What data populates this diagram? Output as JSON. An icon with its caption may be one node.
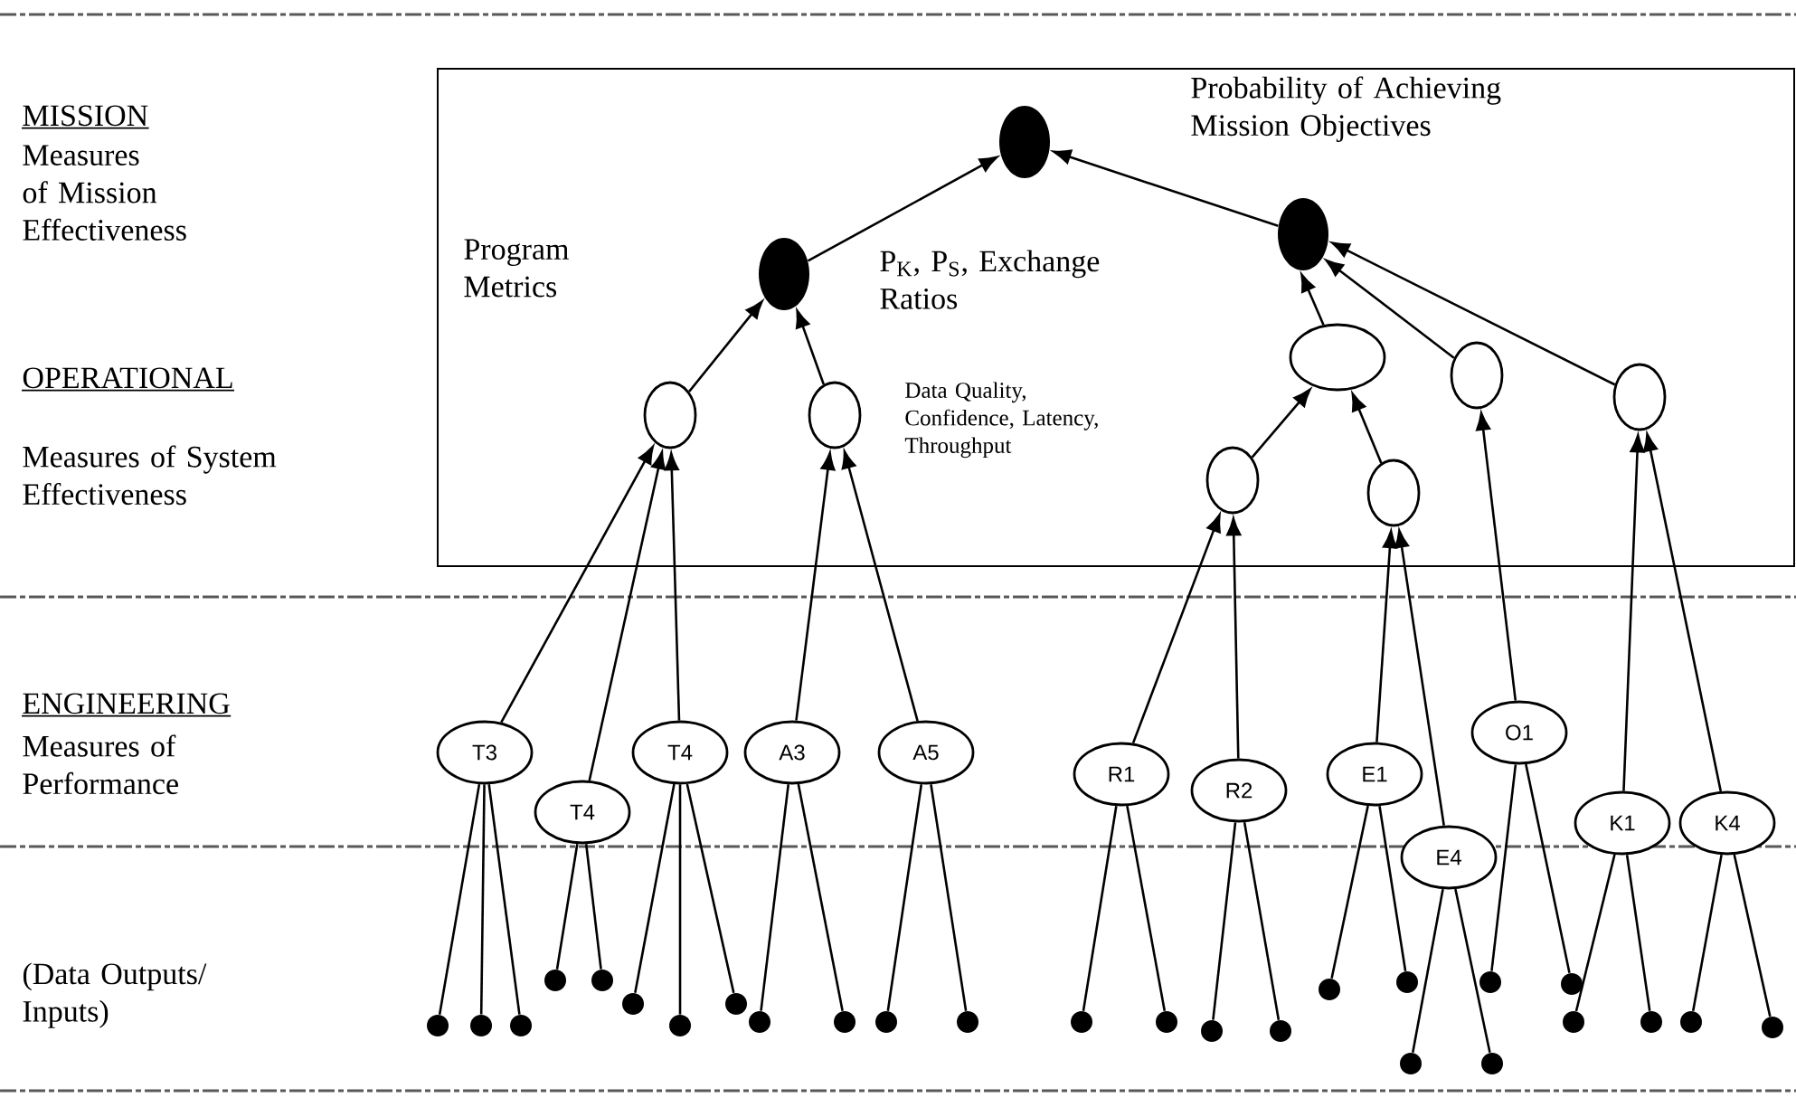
{
  "diagram": {
    "nodes": [
      {
        "text": [],
        "shape": "box"
      },
      {
        "text": [],
        "shape": "dot",
        "in": 0
      },
      {
        "text": [],
        "shape": "dot",
        "in": 0
      },
      {
        "text": [],
        "shape": "dot",
        "in": 0
      },
      {
        "text": [],
        "shape": "ellipse",
        "in": 0
      },
      {
        "text": [],
        "shape": "ellipse",
        "in": 0
      },
      {
        "text": [],
        "shape": "ellipse",
        "in": 0
      },
      {
        "text": [],
        "shape": "ellipse",
        "in": 0
      },
      {
        "text": [],
        "shape": "ellipse",
        "in": 0
      },
      {
        "text": [],
        "shape": "ellipse",
        "in": 0
      },
      {
        "text": [],
        "shape": "ellipse",
        "in": 0
      },
      {
        "text": [
          "T3"
        ]
      },
      {
        "text": [
          "T4"
        ]
      },
      {
        "text": [
          "T4"
        ]
      },
      {
        "text": [
          "A3"
        ]
      },
      {
        "text": [
          "A5"
        ]
      },
      {
        "text": [
          "R1"
        ]
      },
      {
        "text": [
          "R2"
        ]
      },
      {
        "text": [
          "E1"
        ]
      },
      {
        "text": [
          "E4"
        ]
      },
      {
        "text": [
          "O1"
        ]
      },
      {
        "text": [
          "K1"
        ]
      },
      {
        "text": [
          "K4"
        ]
      },
      {
        "text": [],
        "shape": "dot"
      },
      {
        "text": [],
        "shape": "dot"
      },
      {
        "text": [],
        "shape": "dot"
      },
      {
        "text": [],
        "shape": "dot"
      },
      {
        "text": [],
        "shape": "dot"
      },
      {
        "text": [],
        "shape": "dot"
      },
      {
        "text": [],
        "shape": "dot"
      },
      {
        "text": [],
        "shape": "dot"
      },
      {
        "text": [],
        "shape": "dot"
      },
      {
        "text": [],
        "shape": "dot"
      },
      {
        "text": [],
        "shape": "dot"
      },
      {
        "text": [],
        "shape": "dot"
      },
      {
        "text": [],
        "shape": "dot"
      },
      {
        "text": [],
        "shape": "dot"
      },
      {
        "text": [],
        "shape": "dot"
      },
      {
        "text": [],
        "shape": "dot"
      },
      {
        "text": [],
        "shape": "dot"
      },
      {
        "text": [],
        "shape": "dot"
      },
      {
        "text": [],
        "shape": "dot"
      },
      {
        "text": [],
        "shape": "dot"
      },
      {
        "text": [],
        "shape": "dot"
      },
      {
        "text": [],
        "shape": "dot"
      },
      {
        "text": [],
        "shape": "dot"
      },
      {
        "text": [],
        "shape": "dot"
      },
      {
        "text": [],
        "shape": "dot"
      },
      {
        "text": [],
        "shape": "dot"
      }
    ],
    "edges": [
      {
        "from": 2,
        "to": 1,
        "arrow": "to"
      },
      {
        "from": 3,
        "to": 1,
        "arrow": "to"
      },
      {
        "from": 4,
        "to": 2,
        "arrow": "to"
      },
      {
        "from": 5,
        "to": 2,
        "arrow": "to"
      },
      {
        "from": 6,
        "to": 3,
        "arrow": "to"
      },
      {
        "from": 7,
        "to": 3,
        "arrow": "to"
      },
      {
        "from": 8,
        "to": 3,
        "arrow": "to"
      },
      {
        "from": 9,
        "to": 6,
        "arrow": "to"
      },
      {
        "from": 10,
        "to": 6,
        "arrow": "to"
      },
      {
        "from": 11,
        "to": 4,
        "arrow": "to"
      },
      {
        "from": 12,
        "to": 4,
        "arrow": "to"
      },
      {
        "from": 13,
        "to": 4,
        "arrow": "to"
      },
      {
        "from": 14,
        "to": 5,
        "arrow": "to"
      },
      {
        "from": 15,
        "to": 5,
        "arrow": "to"
      },
      {
        "from": 16,
        "to": 9,
        "arrow": "to"
      },
      {
        "from": 17,
        "to": 9,
        "arrow": "to"
      },
      {
        "from": 18,
        "to": 10,
        "arrow": "to"
      },
      {
        "from": 19,
        "to": 10,
        "arrow": "to"
      },
      {
        "from": 20,
        "to": 7,
        "arrow": "to"
      },
      {
        "from": 21,
        "to": 8,
        "arrow": "to"
      },
      {
        "from": 22,
        "to": 8,
        "arrow": "to"
      },
      {
        "from": 11,
        "to": 23,
        "arrow": "none"
      },
      {
        "from": 11,
        "to": 24,
        "arrow": "none"
      },
      {
        "from": 11,
        "to": 25,
        "arrow": "none"
      },
      {
        "from": 12,
        "to": 26,
        "arrow": "none"
      },
      {
        "from": 12,
        "to": 27,
        "arrow": "none"
      },
      {
        "from": 13,
        "to": 28,
        "arrow": "none"
      },
      {
        "from": 13,
        "to": 29,
        "arrow": "none"
      },
      {
        "from": 13,
        "to": 30,
        "arrow": "none"
      },
      {
        "from": 14,
        "to": 31,
        "arrow": "none"
      },
      {
        "from": 14,
        "to": 32,
        "arrow": "none"
      },
      {
        "from": 15,
        "to": 33,
        "arrow": "none"
      },
      {
        "from": 15,
        "to": 34,
        "arrow": "none"
      },
      {
        "from": 16,
        "to": 35,
        "arrow": "none"
      },
      {
        "from": 16,
        "to": 36,
        "arrow": "none"
      },
      {
        "from": 17,
        "to": 37,
        "arrow": "none"
      },
      {
        "from": 17,
        "to": 38,
        "arrow": "none"
      },
      {
        "from": 18,
        "to": 39,
        "arrow": "none"
      },
      {
        "from": 18,
        "to": 40,
        "arrow": "none"
      },
      {
        "from": 19,
        "to": 41,
        "arrow": "none"
      },
      {
        "from": 20,
        "to": 42,
        "arrow": "none"
      },
      {
        "from": 19,
        "to": 43,
        "arrow": "none"
      },
      {
        "from": 20,
        "to": 44,
        "arrow": "none"
      },
      {
        "from": 21,
        "to": 45,
        "arrow": "none"
      },
      {
        "from": 21,
        "to": 46,
        "arrow": "none"
      },
      {
        "from": 22,
        "to": 47,
        "arrow": "none"
      },
      {
        "from": 22,
        "to": 48,
        "arrow": "none"
      }
    ],
    "labels": [
      "MISSION",
      "Measures of Mission Effectiveness",
      "Probability of Achieving Mission Objectives",
      "Program Metrics",
      "P$_{K}$, P$_{S}$, Exchange Ratios",
      "OPERATIONAL",
      "Data Quality, Confidence, Latency, Throughput",
      "Measures of System Effectiveness",
      "ENGINEERING",
      "Measures of Performance",
      "(Data Outputs/ Inputs)"
    ]
  }
}
